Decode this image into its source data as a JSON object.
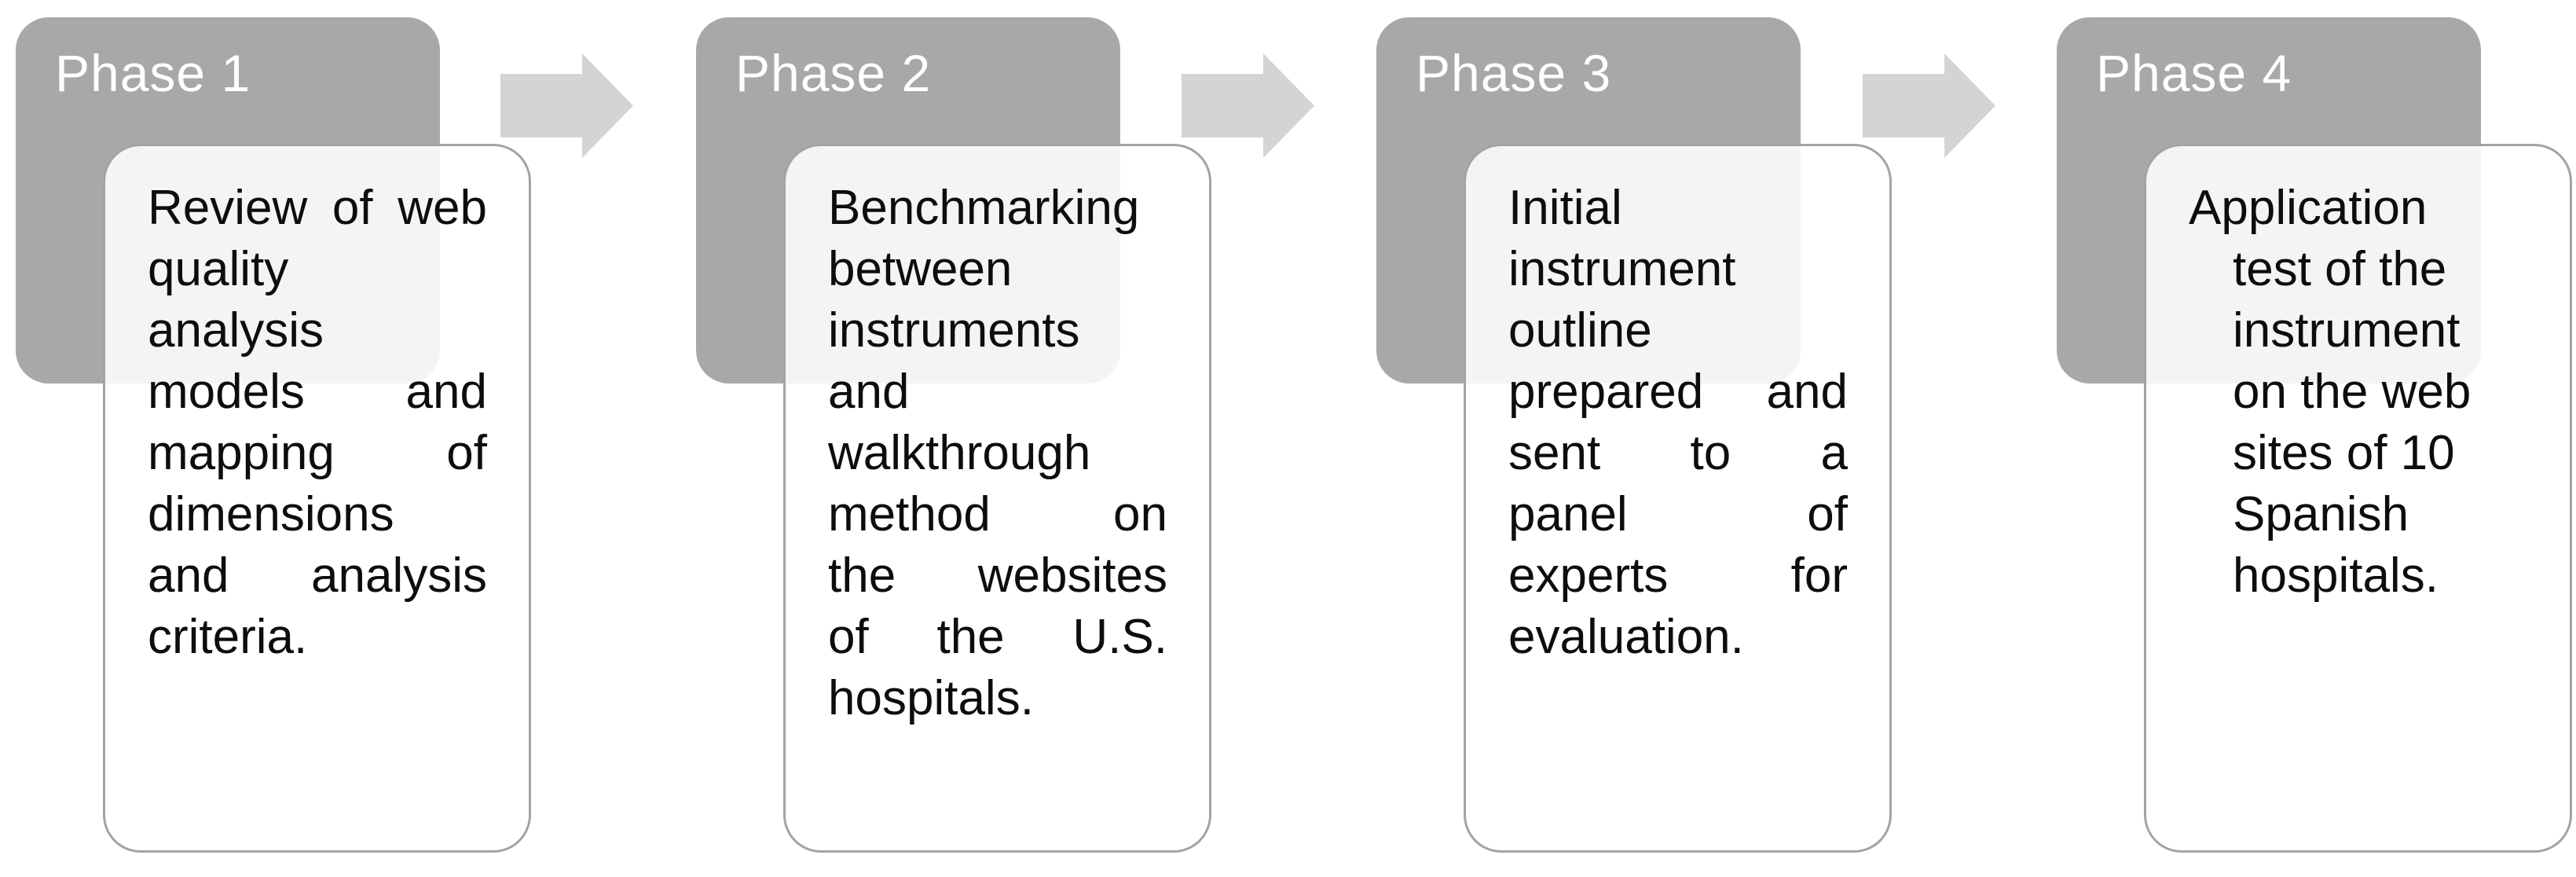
{
  "diagram": {
    "type": "process-flow",
    "direction": "left-to-right",
    "colors": {
      "phase_header_fill": "#a8a8a8",
      "phase_title_text": "#ffffff",
      "card_fill": "#ffffff",
      "card_border": "#a3a3a3",
      "body_text": "#0d0d0d",
      "arrow_fill": "#d4d4d4",
      "background": "#ffffff"
    },
    "phases": [
      {
        "title": "Phase 1",
        "description": "Review of web quality analysis models and mapping of dimensions and analysis criteria.",
        "lines": [
          "Review of web",
          "quality",
          "analysis",
          "models and",
          "mapping of",
          "dimensions",
          "and analysis",
          "criteria."
        ],
        "align": "justify"
      },
      {
        "title": "Phase 2",
        "description": "Benchmarking between instruments and walkthrough method on the websites of the U.S. hospitals.",
        "lines": [
          "Benchmarking",
          "between",
          "instruments",
          "and",
          "walkthrough",
          "method on",
          "the websites",
          "of the U.S.",
          "hospitals."
        ],
        "align": "justify"
      },
      {
        "title": "Phase 3",
        "description": "Initial instrument outline prepared and sent to a panel of experts for evaluation.",
        "lines": [
          "Initial",
          "instrument",
          "outline",
          "prepared and",
          "sent to a",
          "panel of",
          "experts for",
          "evaluation."
        ],
        "align": "justify"
      },
      {
        "title": "Phase 4",
        "description": "Application test of the instrument on the web sites of 10 Spanish hospitals.",
        "lines": [
          "Application",
          "test of the",
          "instrument",
          "on the web",
          "sites of 10",
          "Spanish",
          "hospitals."
        ],
        "align": "left-hanging"
      }
    ],
    "arrows": [
      {
        "name": "arrow-phase1-phase2",
        "direction": "right"
      },
      {
        "name": "arrow-phase2-phase3",
        "direction": "right"
      },
      {
        "name": "arrow-phase3-phase4",
        "direction": "right"
      }
    ]
  }
}
